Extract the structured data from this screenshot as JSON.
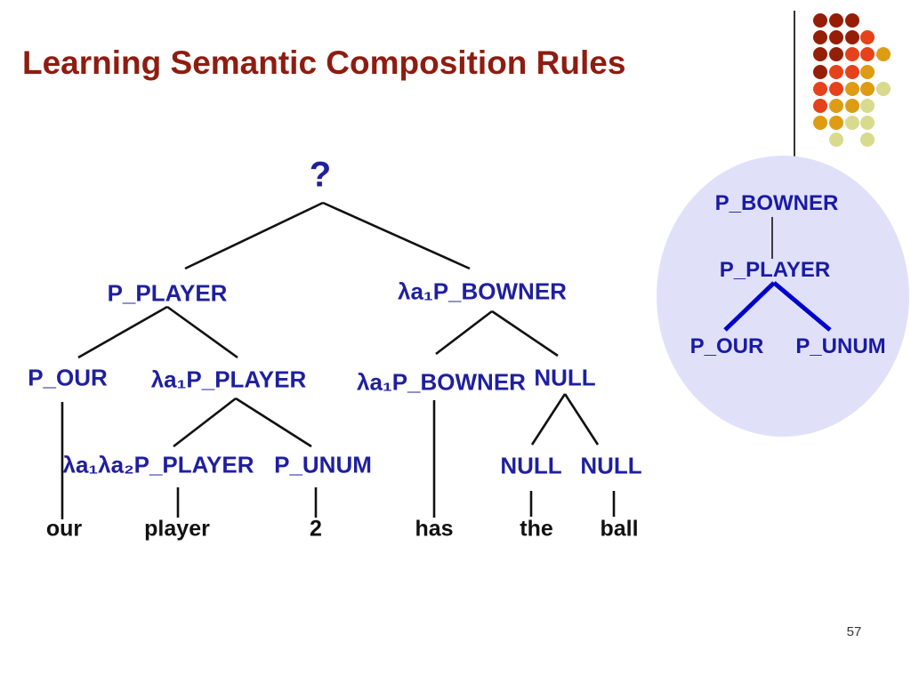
{
  "slide": {
    "title": "Learning Semantic Composition Rules",
    "page_number": "57",
    "colors": {
      "title_text": "#8E1C10",
      "node_text": "#1F1FA0",
      "leaf_text": "#111111",
      "edge": "#111111",
      "highlight_edge": "#0000CB",
      "ellipse_fill": "#E0E1F9",
      "dot_dark_red": "#951E07",
      "dot_red": "#E5421C",
      "dot_gold": "#DD9C14",
      "dot_pale": "#D8DA8E"
    },
    "decoration_dots": {
      "rows": [
        [
          "dark",
          "dark",
          "dark"
        ],
        [
          "dark",
          "dark",
          "dark",
          "red"
        ],
        [
          "dark",
          "dark",
          "red",
          "red",
          "gold"
        ],
        [
          "dark",
          "red",
          "red",
          "gold"
        ],
        [
          "red",
          "red",
          "gold",
          "gold",
          "pale"
        ],
        [
          "red",
          "gold",
          "gold",
          "pale"
        ],
        [
          "gold",
          "gold",
          "pale",
          "pale"
        ],
        [
          null,
          "pale",
          null,
          "pale"
        ]
      ]
    }
  },
  "main_tree": {
    "root": "?",
    "level2": {
      "left": "P_PLAYER",
      "right": "λa₁P_BOWNER"
    },
    "level3": {
      "n1": "P_OUR",
      "n2": "λa₁P_PLAYER",
      "n3": "λa₁P_BOWNER",
      "n4": "NULL"
    },
    "level4": {
      "n1": "λa₁λa₂P_PLAYER",
      "n2": "P_UNUM",
      "n3": "NULL",
      "n4": "NULL"
    },
    "leaves": {
      "w1": "our",
      "w2": "player",
      "w3": "2",
      "w4": "has",
      "w5": "the",
      "w6": "ball"
    }
  },
  "learned_rule": {
    "root": "P_BOWNER",
    "middle": "P_PLAYER",
    "left": "P_OUR",
    "right": "P_UNUM"
  }
}
